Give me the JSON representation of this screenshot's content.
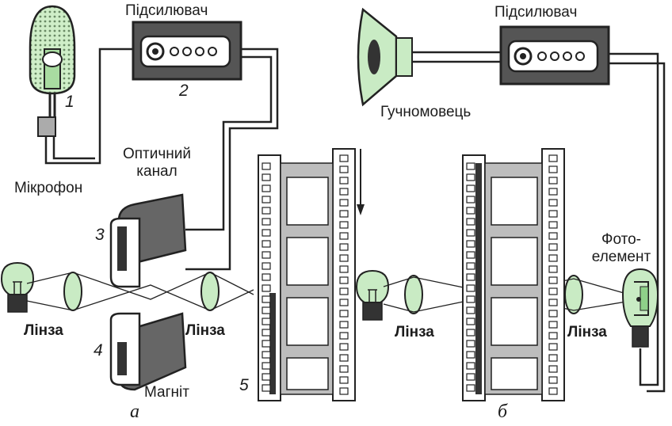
{
  "left": {
    "amplifier_label": "Підсилювач",
    "microphone_label": "Мікрофон",
    "optical_channel_label_line1": "Оптичний",
    "optical_channel_label_line2": "канал",
    "lens_left_label": "Лінза",
    "lens_right_label": "Лінза",
    "magnet_label": "Магніт",
    "numbers": {
      "n1": "1",
      "n2": "2",
      "n3": "3",
      "n4": "4",
      "n5": "5"
    },
    "caption": "а"
  },
  "right": {
    "amplifier_label": "Підсилювач",
    "speaker_label": "Гучномовець",
    "photocell_label_line1": "Фото-",
    "photocell_label_line2": "елемент",
    "lens_left_label": "Лінза",
    "lens_right_label": "Лінза",
    "caption": "б"
  },
  "colors": {
    "green": "#c9ebc4",
    "dark": "#2a2a2a",
    "film_gray": "#c8c8c8",
    "wire": "#222222"
  }
}
